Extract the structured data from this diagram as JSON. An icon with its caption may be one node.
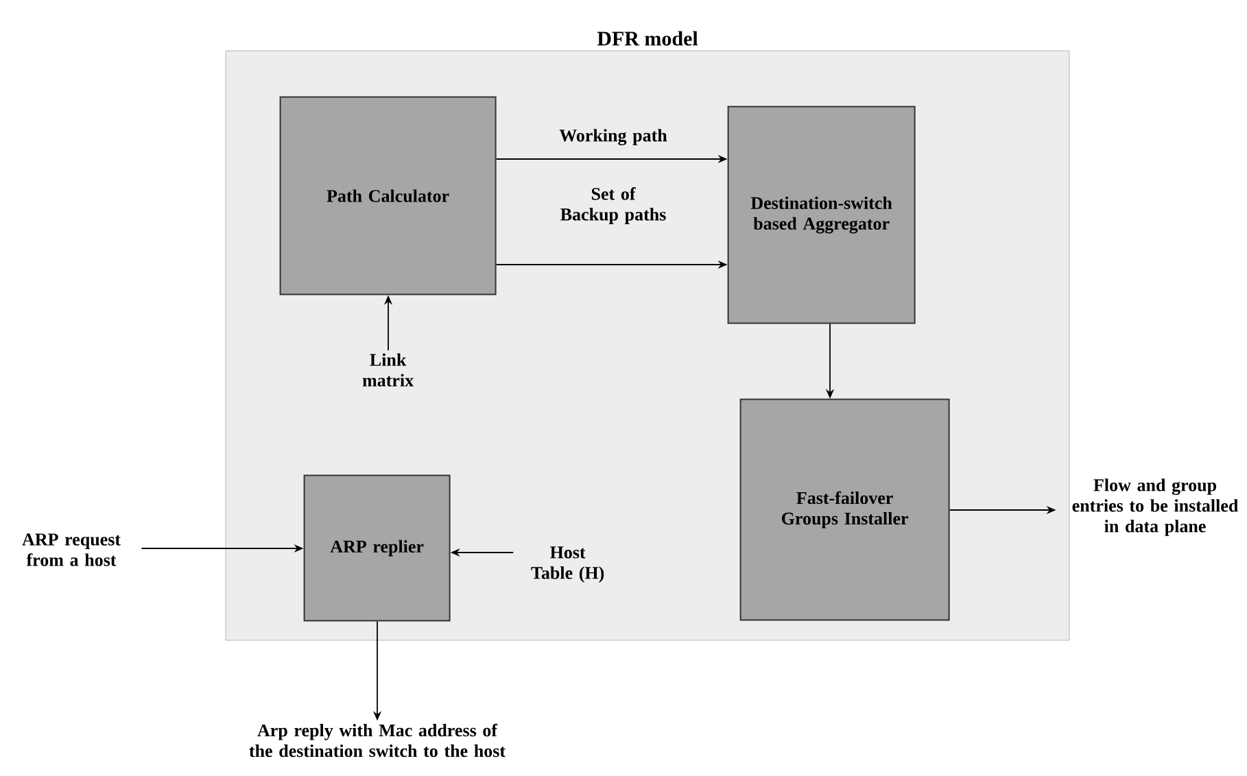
{
  "diagram": {
    "nodes": [
      {
        "text": [
          "DFR model"
        ]
      },
      {
        "text": [
          "Path Calculator"
        ],
        "in": 0
      },
      {
        "text": [
          "Destination-switch based Aggregator"
        ],
        "in": 0
      },
      {
        "text": [
          "Fast-failover Groups Installer"
        ],
        "in": 0
      },
      {
        "text": [
          "ARP replier"
        ],
        "in": 0
      },
      {
        "text": [
          "Link matrix"
        ],
        "in": 0
      },
      {
        "text": [
          "Host Table (H)"
        ],
        "in": 0
      },
      {
        "text": [
          "ARP request from a host"
        ]
      },
      {
        "text": [
          "Flow and group entries to be installed in data plane"
        ]
      },
      {
        "text": [
          "Arp reply with Mac address of the destination switch to the host"
        ]
      }
    ],
    "edges": [
      {
        "from": 1,
        "to": 2,
        "arrow": "to",
        "label": "Working path"
      },
      {
        "from": 1,
        "to": 2,
        "arrow": "to",
        "label": "Set of Backup paths"
      },
      {
        "from": 2,
        "to": 3,
        "arrow": "to"
      },
      {
        "from": 5,
        "to": 1,
        "arrow": "to"
      },
      {
        "from": 7,
        "to": 4,
        "arrow": "to"
      },
      {
        "from": 6,
        "to": 4,
        "arrow": "to"
      },
      {
        "from": 3,
        "to": 8,
        "arrow": "to"
      },
      {
        "from": 4,
        "to": 9,
        "arrow": "to"
      }
    ]
  }
}
